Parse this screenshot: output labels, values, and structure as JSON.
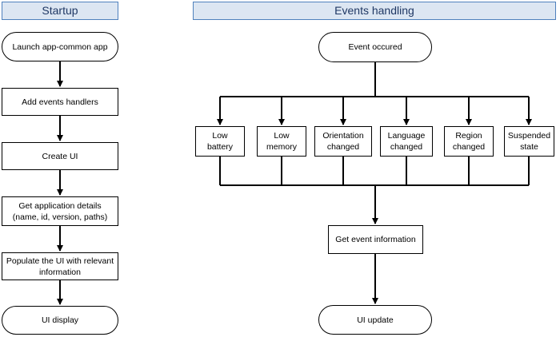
{
  "startup": {
    "title": "Startup",
    "steps": [
      "Launch app-common app",
      "Add events handlers",
      "Create UI",
      "Get application details\n(name, id, version, paths)",
      "Populate the UI with relevant\ninformation",
      "UI display"
    ]
  },
  "events": {
    "title": "Events handling",
    "start": "Event occured",
    "handlers": [
      "Low\nbattery",
      "Low\nmemory",
      "Orientation\nchanged",
      "Language\nchanged",
      "Region\nchanged",
      "Suspended\nstate"
    ],
    "info": "Get event information",
    "end": "UI update"
  }
}
